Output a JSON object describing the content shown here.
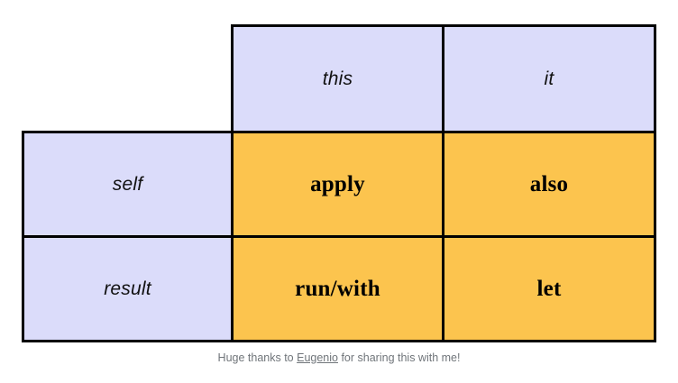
{
  "colors": {
    "header_fill": "#dbdcfa",
    "data_fill": "#fcc44e",
    "border": "#000000",
    "page_background": "#ffffff",
    "caption_text": "#70757a"
  },
  "table": {
    "corner_label": "",
    "column_headers": [
      "this",
      "it"
    ],
    "rows": [
      {
        "header": "self",
        "cells": [
          "apply",
          "also"
        ]
      },
      {
        "header": "result",
        "cells": [
          "run/with",
          "let"
        ]
      }
    ]
  },
  "caption": {
    "before_link": "Huge thanks to ",
    "link_text": "Eugenio",
    "after_link": " for sharing this with me!"
  }
}
